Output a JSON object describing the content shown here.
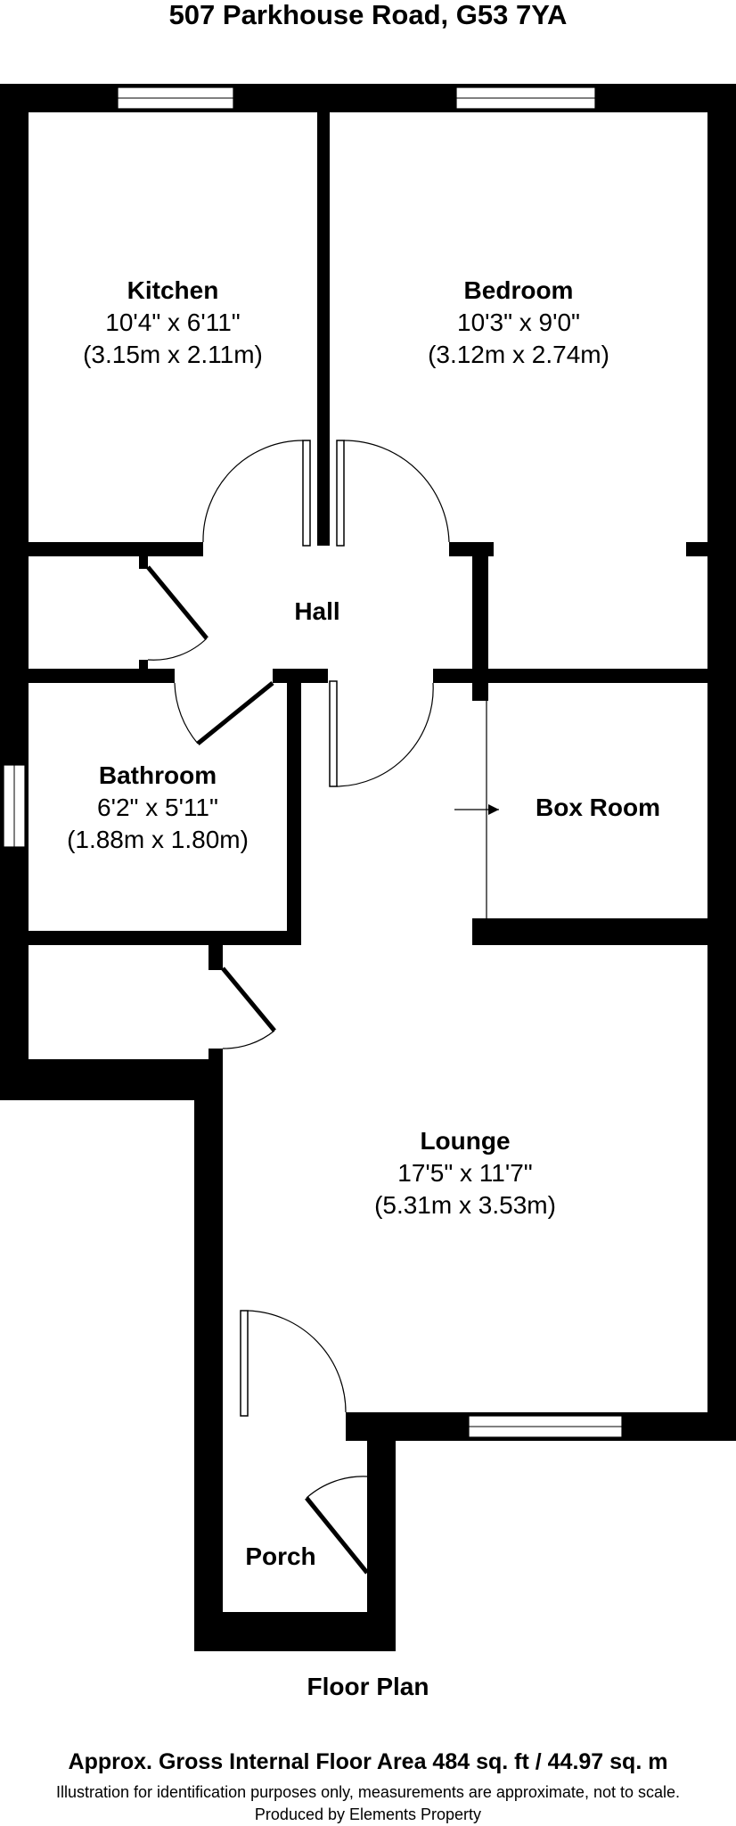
{
  "title": "507 Parkhouse Road, G53 7YA",
  "rooms": {
    "kitchen": {
      "name": "Kitchen",
      "imperial": "10'4\" x 6'11\"",
      "metric": "(3.15m x 2.11m)"
    },
    "bedroom": {
      "name": "Bedroom",
      "imperial": "10'3\" x 9'0\"",
      "metric": "(3.12m x 2.74m)"
    },
    "hall": {
      "name": "Hall"
    },
    "bathroom": {
      "name": "Bathroom",
      "imperial": "6'2\" x 5'11\"",
      "metric": "(1.88m x 1.80m)"
    },
    "box_room": {
      "name": "Box Room"
    },
    "lounge": {
      "name": "Lounge",
      "imperial": "17'5\" x 11'7\"",
      "metric": "(5.31m x 3.53m)"
    },
    "porch": {
      "name": "Porch"
    }
  },
  "floor_plan_label": "Floor Plan",
  "footer": {
    "area": "Approx. Gross Internal Floor Area 484 sq. ft / 44.97 sq. m",
    "disclaimer": "Illustration for identification purposes only, measurements are approximate, not to scale.",
    "produced_by": "Produced by Elements Property"
  }
}
